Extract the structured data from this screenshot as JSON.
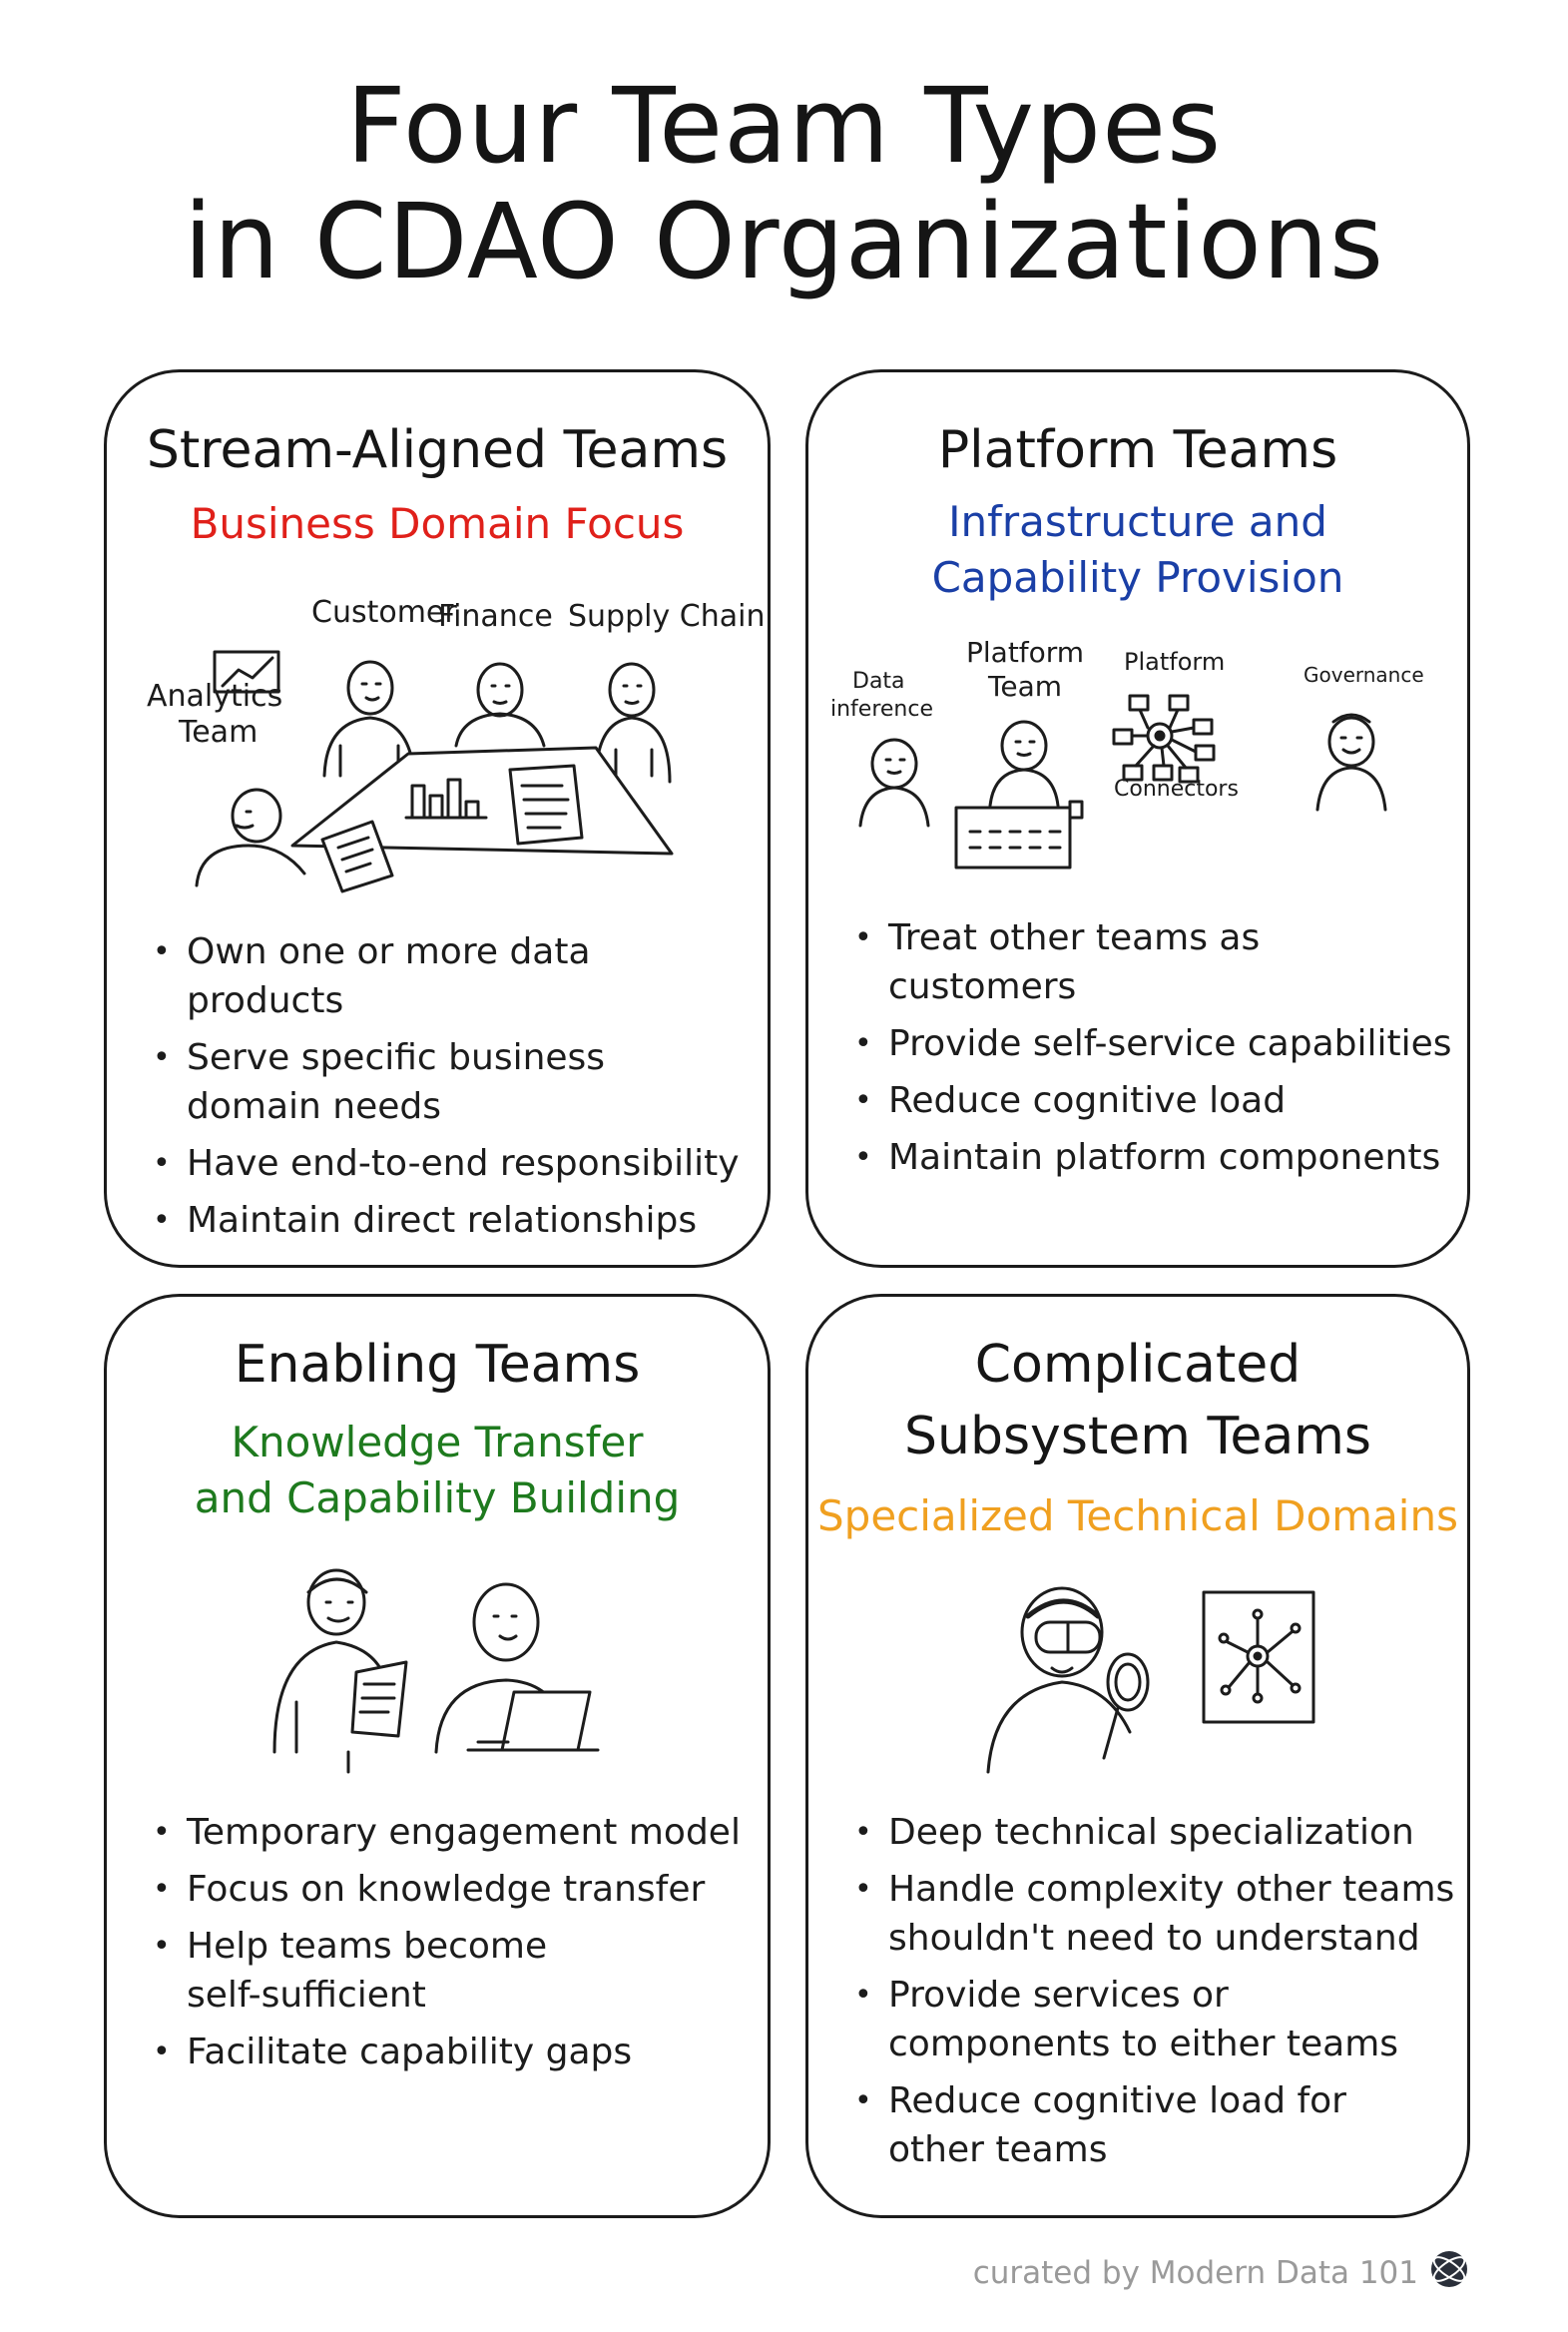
{
  "title_line1": "Four Team Types",
  "title_line2": "in CDAO Organizations",
  "cards": [
    {
      "title": "Stream-Aligned Teams",
      "subtitle": "Business Domain Focus",
      "subtitle_color": "#e0201a",
      "illustration_labels": [
        "Customer",
        "Finance",
        "Supply Chain",
        "Analytics",
        "Team"
      ],
      "bullets": [
        "Own one or more data products",
        "Serve specific business",
        "domain needs",
        "Have end-to-end responsibility",
        "Maintain direct relationships"
      ]
    },
    {
      "title": "Platform Teams",
      "subtitle_line1": "Infrastructure and",
      "subtitle_line2": "Capability Provision",
      "subtitle_color": "#1a3fa6",
      "illustration_labels": [
        "Data",
        "inference",
        "Platform",
        "Team",
        "Platform",
        "Connectors",
        "Governance"
      ],
      "bullets": [
        "Treat other teams as customers",
        "Provide self-service capabilities",
        "Reduce cognitive load",
        "Maintain platform components"
      ]
    },
    {
      "title": "Enabling Teams",
      "subtitle_line1": "Knowledge Transfer",
      "subtitle_line2": "and Capability Building",
      "subtitle_color": "#1e7a1e",
      "bullets": [
        "Temporary engagement model",
        "Focus on knowledge transfer",
        "Help teams become",
        "self-sufficient",
        "Facilitate capability gaps"
      ]
    },
    {
      "title_line1": "Complicated",
      "title_line2": "Subsystem Teams",
      "subtitle": "Specialized Technical Domains",
      "subtitle_color": "#f0a020",
      "bullets": [
        "Deep technical specialization",
        "Handle complexity other teams",
        "shouldn't need to understand",
        "Provide services or",
        "components to either teams",
        "Reduce cognitive load for",
        "other teams"
      ]
    }
  ],
  "footer": "curated by Modern Data 101",
  "icons": [
    "globe-logo-icon"
  ]
}
